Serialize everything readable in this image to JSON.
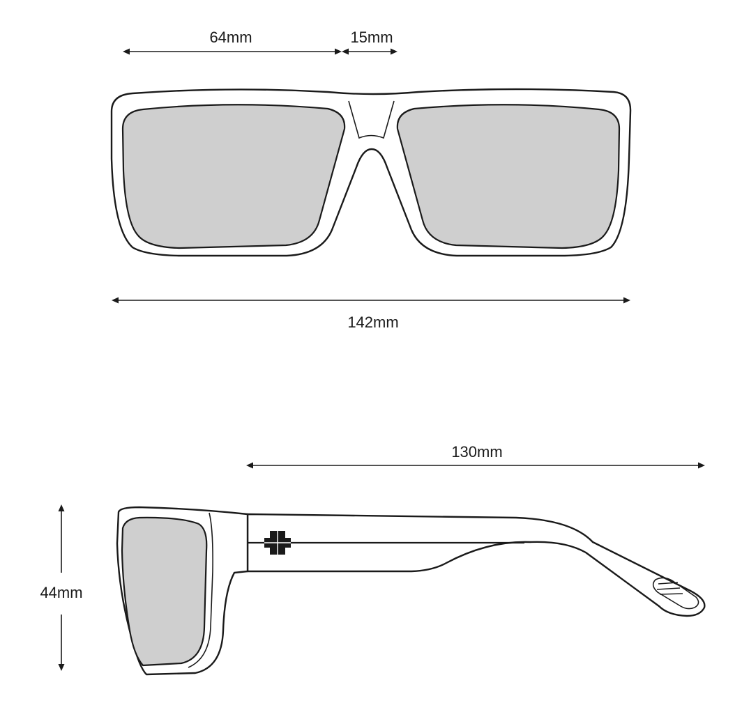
{
  "colors": {
    "line": "#1a1a1a",
    "lens_fill": "#cfcfcf",
    "frame_fill": "#ffffff",
    "background": "#ffffff"
  },
  "front_view": {
    "lens_width_label": "64mm",
    "bridge_width_label": "15mm",
    "total_width_label": "142mm"
  },
  "side_view": {
    "temple_length_label": "130mm",
    "lens_height_label": "44mm",
    "logo_icon": "brand-cross-logo-icon"
  }
}
